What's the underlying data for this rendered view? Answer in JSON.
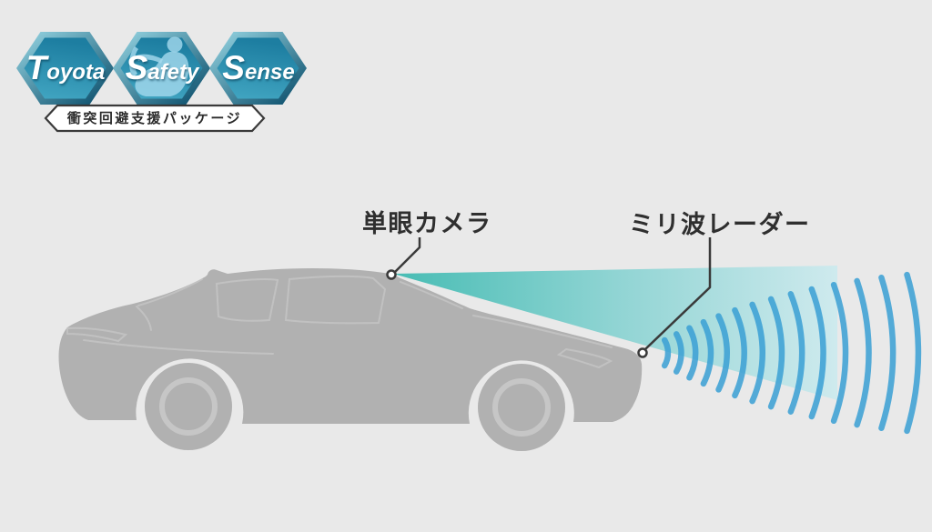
{
  "title": "Toyota Safety Sense sensor diagram",
  "logo": {
    "hexagons": [
      {
        "label": "Toyota"
      },
      {
        "label": "Safety"
      },
      {
        "label": "Sense"
      }
    ],
    "banner_label": "衝突回避支援パッケージ",
    "hex_face_color_top": "#1d7ea1",
    "hex_face_color_bottom": "#42a6c2",
    "driver_icon": "driver-silhouette-icon"
  },
  "annotations": {
    "camera": {
      "label": "単眼カメラ"
    },
    "radar": {
      "label": "ミリ波レーダー"
    }
  },
  "diagram": {
    "background_color": "#e9e9e9",
    "car_color": "#b1b1b1",
    "camera_cone": {
      "color_near": "#3fbab1",
      "color_mid": "#8bd3d2",
      "color_far": "#cdeaee"
    },
    "radar_waves": {
      "count": 14,
      "color": "#3aa0d5"
    },
    "leader_line_color": "#3a3a3a"
  }
}
